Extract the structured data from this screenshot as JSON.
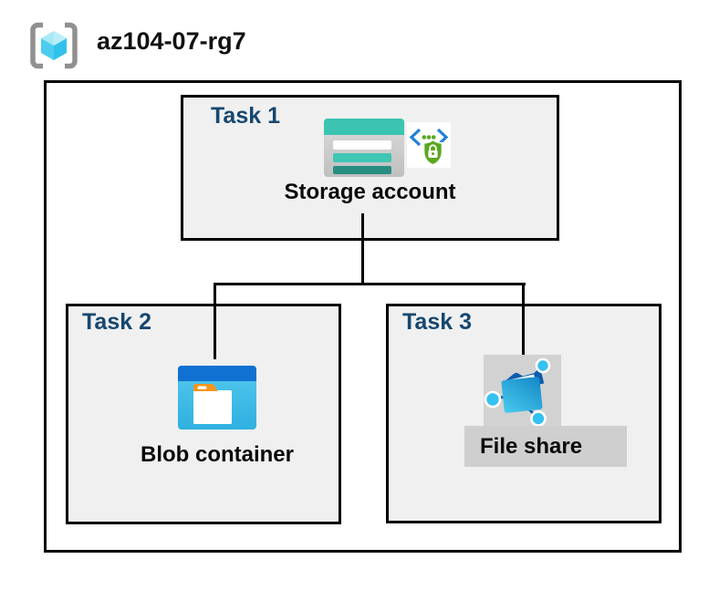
{
  "header": {
    "resource_group_name": "az104-07-rg7",
    "resource_group_icon": "resource-group-icon"
  },
  "diagram": {
    "tasks": [
      {
        "label": "Task 1",
        "node": {
          "name": "Storage account",
          "icons": [
            "storage-account-icon",
            "shared-access-signature-icon"
          ]
        }
      },
      {
        "label": "Task 2",
        "node": {
          "name": "Blob container",
          "icons": [
            "blob-container-icon"
          ]
        }
      },
      {
        "label": "Task 3",
        "node": {
          "name": "File share",
          "icons": [
            "file-share-icon"
          ]
        }
      }
    ],
    "connections": [
      {
        "from": "Storage account",
        "to": "Blob container"
      },
      {
        "from": "Storage account",
        "to": "File share"
      }
    ]
  },
  "colors": {
    "task_label_blue": "#17476f",
    "task_box_fill": "#f0f0f0",
    "border_black": "#000000",
    "storage_teal": "#3bc4b1",
    "storage_teal_dark": "#278d80",
    "blob_header_blue": "#1171d2",
    "blob_body_cyan": "#3fc0e9",
    "folder_tab_orange": "#f7941e",
    "file_share_bg_gray": "#d2d2d2",
    "file_share_band_gray": "#cfcfcf",
    "file_share_folder_blue": "#1387c6",
    "node_circle_cyan": "#35c1f1",
    "sas_bracket_blue": "#1e82d8",
    "sas_shield_green": "#5aa71f",
    "rg_cube_cyan": "#4ccdf0",
    "rg_bracket_gray": "#909090"
  }
}
